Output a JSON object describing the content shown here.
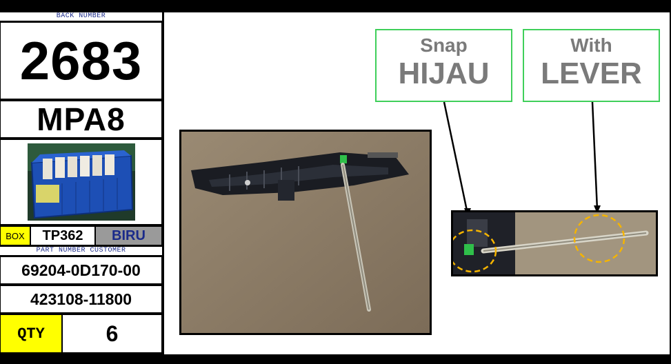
{
  "left_panel": {
    "back_number_caption": "BACK NUMBER",
    "back_number": "2683",
    "model": "MPA8",
    "box": {
      "label": "BOX",
      "code": "TP362",
      "color": "BIRU"
    },
    "part_number_caption": "PART NUMBER CUSTOMER",
    "part_number_1": "69204-0D170-00",
    "part_number_2": "423108-11800",
    "qty": {
      "label": "QTY",
      "value": "6"
    }
  },
  "tags": [
    {
      "top": "Snap",
      "big": "HIJAU"
    },
    {
      "top": "With",
      "big": "LEVER"
    }
  ],
  "colors": {
    "tag_border": "#3fcf5a",
    "highlight_label": "#ffff00",
    "caption_text": "#1a2a8a",
    "box_color_bg": "#9a9a9a",
    "callout_circle": "#f5b400"
  }
}
